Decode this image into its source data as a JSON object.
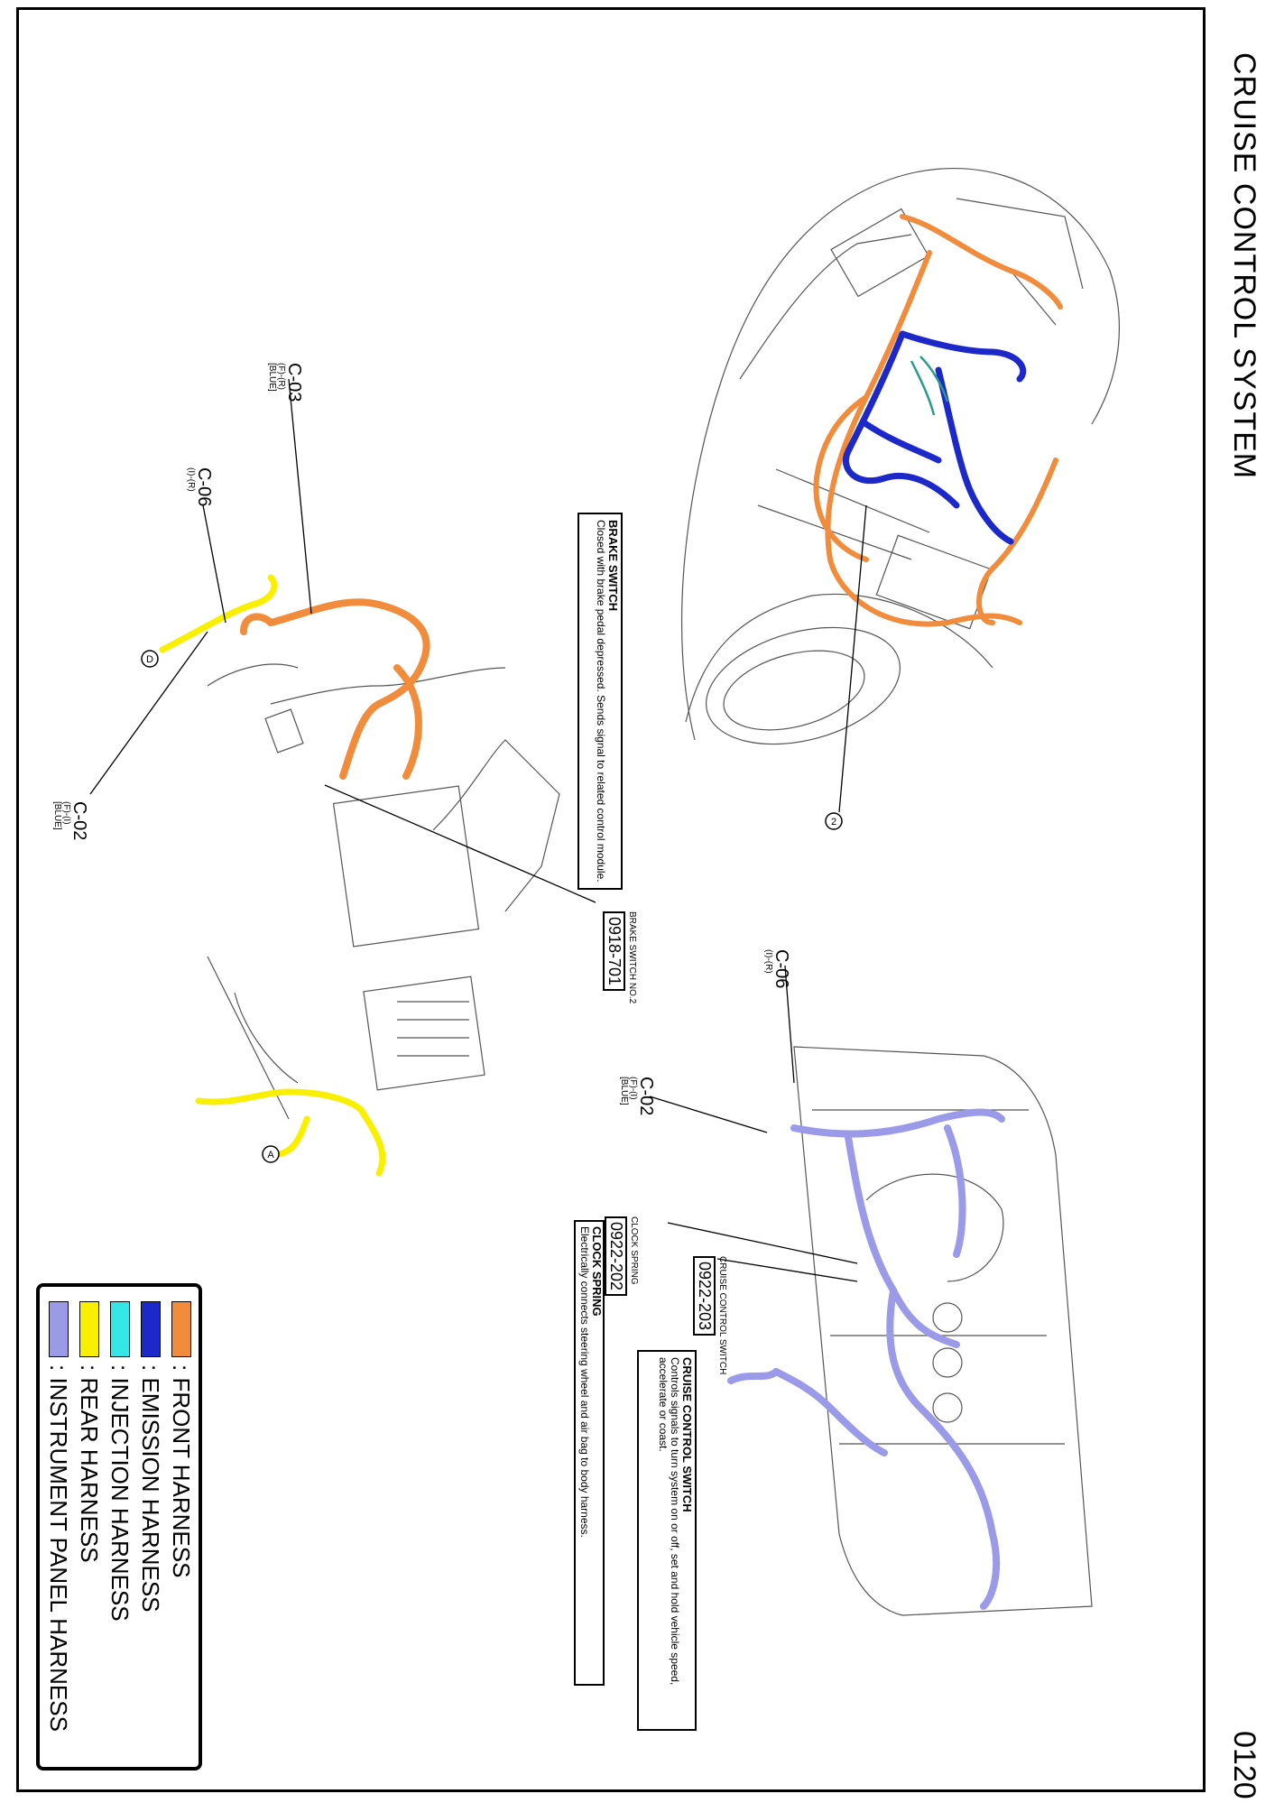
{
  "header": {
    "title": "CRUISE CONTROL SYSTEM",
    "page_number": "0120"
  },
  "descriptions": {
    "brake_switch": {
      "title": "BRAKE SWITCH",
      "text": "Closed with brake pedal depressed. Sends signal to related control module."
    },
    "cruise_control_switch": {
      "title": "CRUISE CONTROL SWITCH",
      "text": "Controls signals to turn system on or off, set and hold vehicle speed, accelerate or coast."
    },
    "clock_spring": {
      "title": "CLOCK SPRING",
      "text": "Electrically connects steering wheel and air bag to body harness."
    }
  },
  "parts": [
    {
      "name": "BRAKE SWITCH NO.2",
      "number": "0918-701"
    },
    {
      "name": "CLOCK SPRING",
      "number": "0922-202"
    },
    {
      "name": "CRUISE CONTROL SWITCH",
      "number": "0922-203"
    }
  ],
  "connectors": [
    {
      "id": "C-03",
      "sub1": "(F)-(R)",
      "sub2": "[BLUE]"
    },
    {
      "id": "C-06",
      "sub1": "(I)-(R)",
      "sub2": ""
    },
    {
      "id": "C-02",
      "sub1": "(F)-(I)",
      "sub2": "[BLUE]"
    },
    {
      "id": "C-06",
      "sub1": "(I)-(R)",
      "sub2": ""
    },
    {
      "id": "C-02",
      "sub1": "(F)-(I)",
      "sub2": "[BLUE]"
    }
  ],
  "callouts": {
    "engine": "2",
    "a": "A",
    "d": "D"
  },
  "legend": [
    {
      "label": ": FRONT HARNESS",
      "color": "#f08c3c"
    },
    {
      "label": ": EMISSION HARNESS",
      "color": "#1c28c8"
    },
    {
      "label": ": INJECTION HARNESS",
      "color": "#34e6e6"
    },
    {
      "label": ": REAR HARNESS",
      "color": "#f8f000"
    },
    {
      "label": ": INSTRUMENT PANEL HARNESS",
      "color": "#9a9ae8"
    }
  ]
}
